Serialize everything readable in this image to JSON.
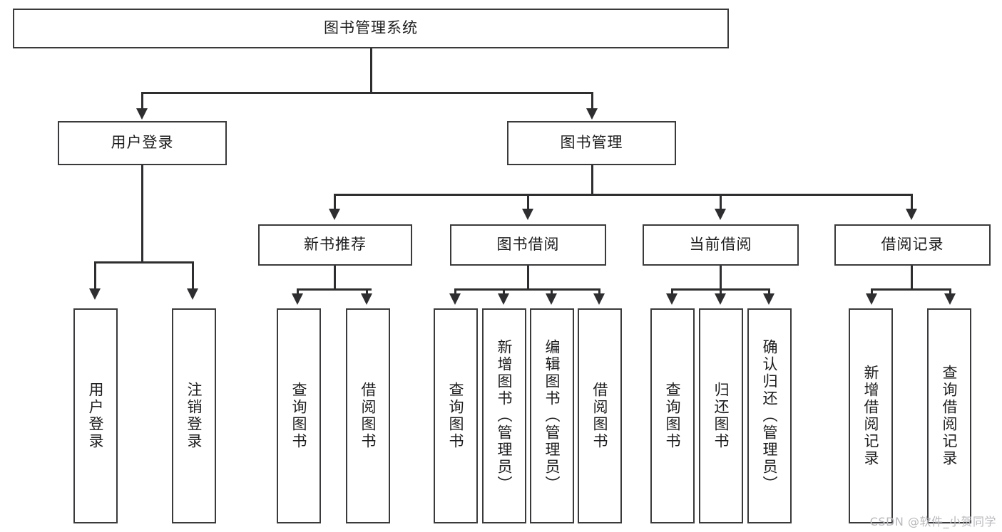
{
  "diagram": {
    "title": "图书管理系统",
    "watermark": "CSDN @软件_小贺同学",
    "root": {
      "label": "图书管理系统"
    },
    "level2": [
      {
        "label": "用户登录"
      },
      {
        "label": "图书管理"
      }
    ],
    "level3": [
      {
        "label": "新书推荐"
      },
      {
        "label": "图书借阅"
      },
      {
        "label": "当前借阅"
      },
      {
        "label": "借阅记录"
      }
    ],
    "leaves": [
      {
        "label": "用户登录"
      },
      {
        "label": "注销登录"
      },
      {
        "label": "查询图书"
      },
      {
        "label": "借阅图书"
      },
      {
        "label": "查询图书"
      },
      {
        "label": "新增图书（管理员）"
      },
      {
        "label": "编辑图书（管理员）"
      },
      {
        "label": "借阅图书"
      },
      {
        "label": "查询图书"
      },
      {
        "label": "归还图书"
      },
      {
        "label": "确认归还（管理员）"
      },
      {
        "label": "新增借阅记录"
      },
      {
        "label": "查询借阅记录"
      }
    ],
    "colors": {
      "box_border": "#3a3a3c",
      "line": "#2e2e30",
      "text": "#1d1d1f",
      "background": "#ffffff",
      "watermark": "#b9b9bd"
    }
  }
}
